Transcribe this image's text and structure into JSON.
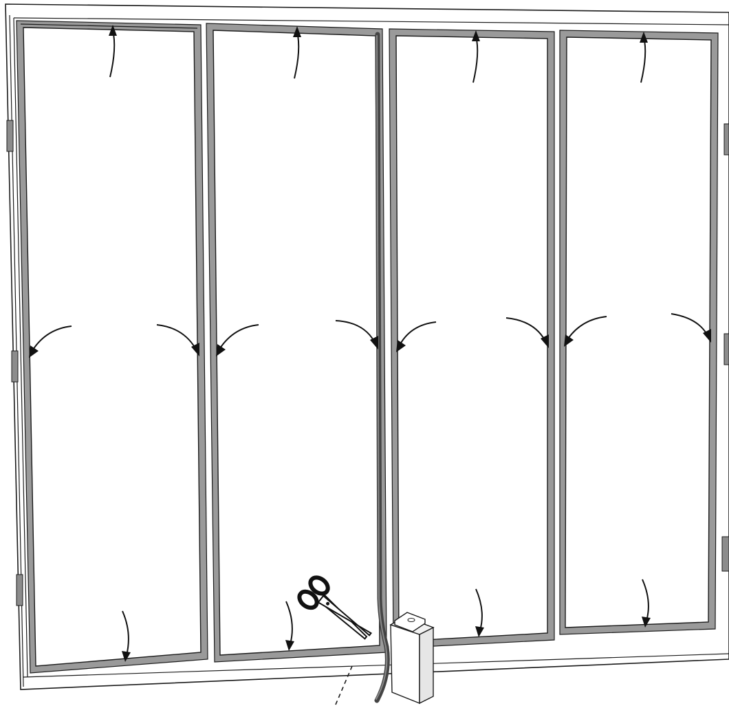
{
  "diagram": {
    "subject": "four-panel-door-seal-installation",
    "panel_count": 4,
    "parts": {
      "frame": "frame",
      "panels": [
        "panel-1",
        "panel-2",
        "panel-3",
        "panel-4"
      ],
      "seal_strip": "seal-strip",
      "scissors": "scissors-icon",
      "seal_package": "seal-package"
    },
    "colors": {
      "line": "#1a1a1a",
      "seal": "#9a9a9a",
      "strip": "#444444",
      "hinge": "#8c8c8c",
      "background": "#ffffff"
    }
  }
}
